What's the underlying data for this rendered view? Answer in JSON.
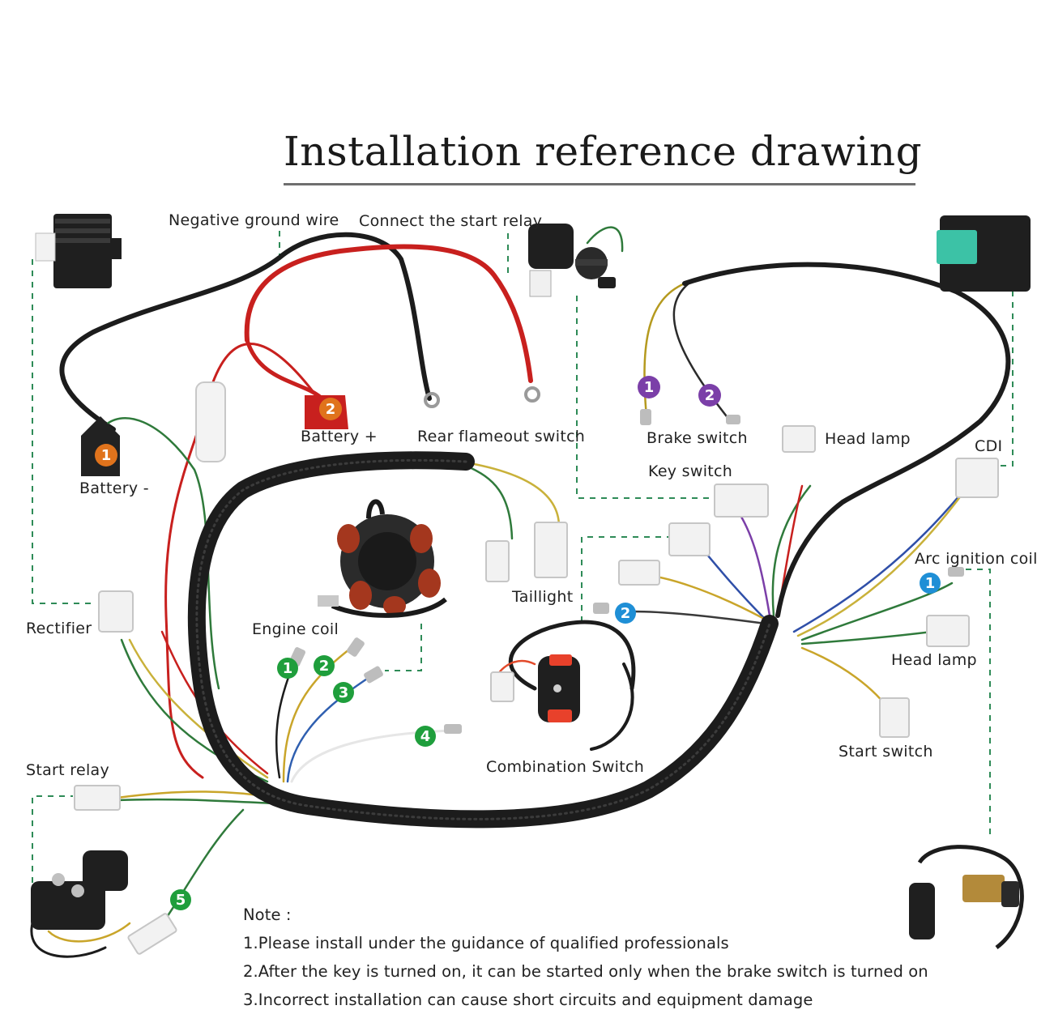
{
  "title": "Installation reference drawing",
  "labels": {
    "negative_ground_wire": "Negative ground wire",
    "connect_start_relay": "Connect the start relay",
    "battery_minus": "Battery -",
    "battery_plus": "Battery +",
    "rear_flameout_switch": "Rear flameout switch",
    "brake_switch": "Brake switch",
    "head_lamp_top": "Head lamp",
    "cdi": "CDI",
    "key_switch": "Key switch",
    "taillight": "Taillight",
    "arc_ignition_coil": "Arc ignition coil",
    "rectifier": "Rectifier",
    "engine_coil": "Engine coil",
    "head_lamp_right": "Head lamp",
    "combination_switch": "Combination Switch",
    "start_switch": "Start switch",
    "start_relay": "Start relay"
  },
  "markers": {
    "battery_minus": "1",
    "battery_plus": "2",
    "brake_1": "1",
    "brake_2": "2",
    "coil_1": "1",
    "coil_2": "2",
    "coil_3": "3",
    "coil_4": "4",
    "coil_5": "5",
    "arc_1": "1",
    "head_2": "2"
  },
  "colors": {
    "orange_marker": "#e0731c",
    "purple_marker": "#7b3fa8",
    "green_marker": "#1f9e3c",
    "blue_marker": "#1f8fd6",
    "dashed_guide": "#2e8b57",
    "harness": "#1c1c1c",
    "red_wire": "#c8201e"
  },
  "notes": {
    "heading": "Note  :",
    "items": [
      "1.Please install under the guidance of qualified professionals",
      "2.After the key is turned on, it can be started only when the brake switch is turned on",
      "3.Incorrect installation can cause short circuits and equipment damage"
    ]
  }
}
